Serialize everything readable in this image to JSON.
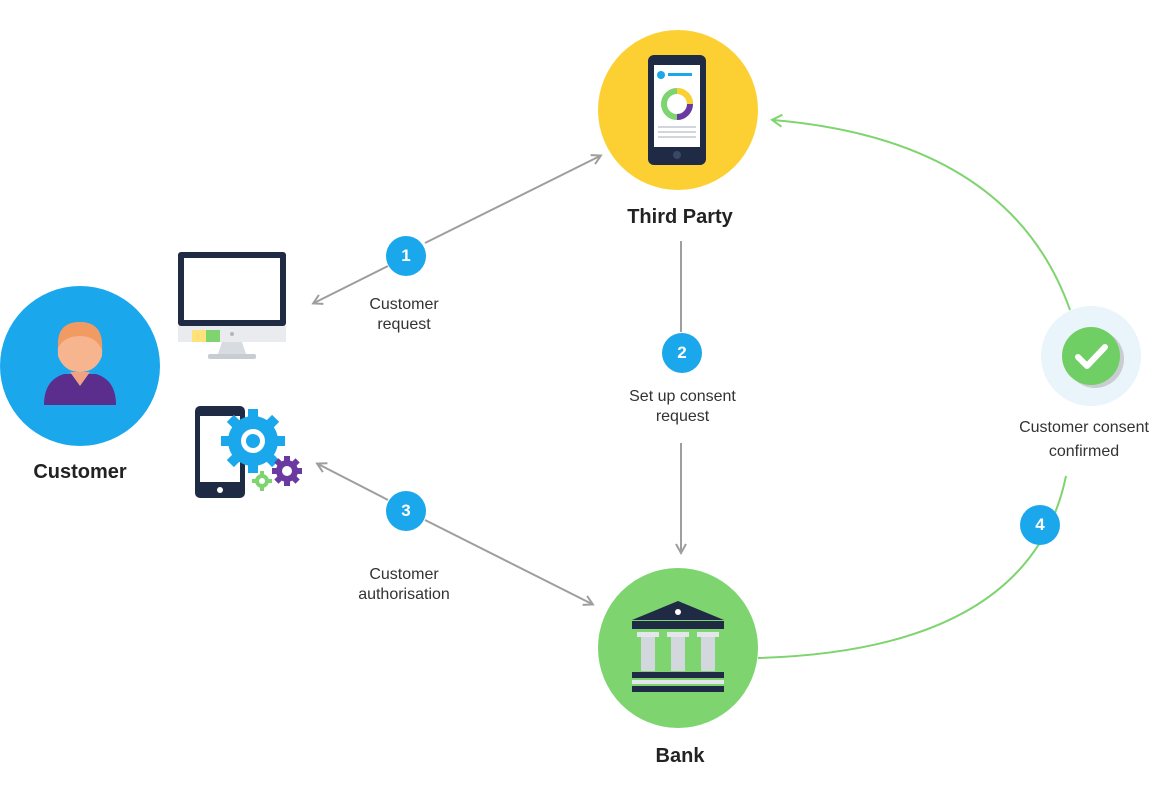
{
  "colors": {
    "customer": "#1aa7ec",
    "third_party": "#fcd033",
    "bank": "#7ed56f",
    "badge": "#1aa7ec",
    "arrow": "#9e9e9e",
    "consent_arrow": "#7fd46f",
    "navy": "#1f2a44"
  },
  "nodes": {
    "customer": {
      "label": "Customer",
      "icon": "person-icon"
    },
    "third_party": {
      "label": "Third Party",
      "icon": "phone-chart-icon"
    },
    "bank": {
      "label": "Bank",
      "icon": "bank-icon"
    }
  },
  "devices": {
    "desktop": {
      "icon": "desktop-icon"
    },
    "mobile": {
      "icon": "mobile-gears-icon"
    }
  },
  "steps": [
    {
      "number": "1",
      "line1": "Customer",
      "line2": "request"
    },
    {
      "number": "2",
      "line1": "Set up consent",
      "line2": "request"
    },
    {
      "number": "3",
      "line1": "Customer",
      "line2": "authorisation"
    },
    {
      "number": "4",
      "line1": "",
      "line2": ""
    }
  ],
  "consent": {
    "line1": "Customer consent",
    "line2": "confirmed",
    "icon": "check-icon"
  }
}
